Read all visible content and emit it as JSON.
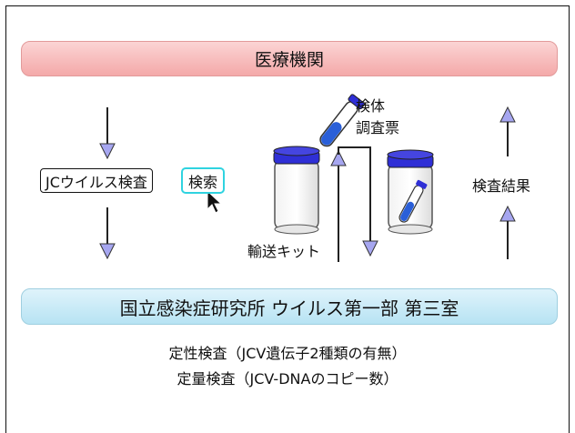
{
  "labels": {
    "hospital": "医療機関",
    "institute": "国立感染症研究所 ウイルス第一部 第三室",
    "jc_test": "JCウイルス検査",
    "search": "検索",
    "specimen": "検体",
    "questionnaire": "調査票",
    "kit": "輸送キット",
    "result": "検査結果",
    "qualitative": "定性検査（JCV遺伝子2種類の有無）",
    "quantitative": "定量検査（JCV-DNAのコピー数）"
  },
  "colors": {
    "hospital_banner": "#f4a9a9",
    "institute_banner": "#b7e3f3",
    "arrow_fill": "#a6a6f0",
    "jar_cap": "#2f2fd6",
    "tube_liquid": "#2a5fd8",
    "search_border": "#2fd3e0"
  }
}
